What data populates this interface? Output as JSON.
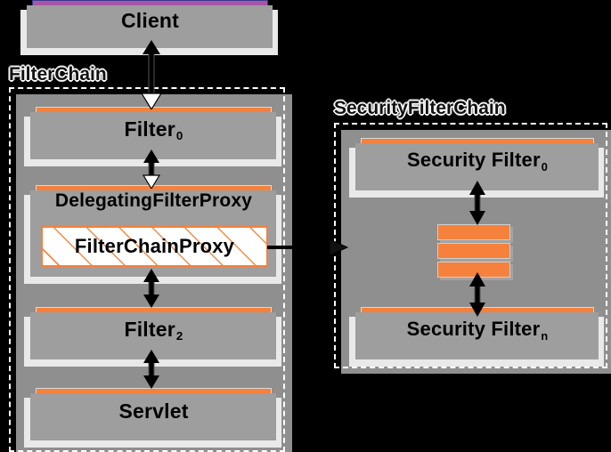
{
  "diagram": {
    "title": "Spring Security FilterChain / SecurityFilterChain",
    "colors": {
      "client_fill": "#a855a8",
      "client_border": "#3b3b8f",
      "filter_fill": "#f5813c",
      "hatch_line": "#f08a4a",
      "shadow_dark": "#9e9e9e",
      "shadow_light": "#e9e9e9",
      "background": "#000000",
      "chain_border": "#ffffff"
    }
  },
  "client": {
    "label": "Client"
  },
  "filter_chain": {
    "title": "FilterChain",
    "nodes": [
      {
        "label": "Filter",
        "sub": "0"
      },
      {
        "label": "DelegatingFilterProxy",
        "sub": ""
      },
      {
        "label": "FilterChainProxy",
        "sub": ""
      },
      {
        "label": "Filter",
        "sub": "2"
      },
      {
        "label": "Servlet",
        "sub": ""
      }
    ]
  },
  "security_filter_chain": {
    "title": "SecurityFilterChain",
    "nodes": [
      {
        "label": "Security Filter",
        "sub": "0"
      },
      {
        "label": "Security Filter",
        "sub": "n"
      }
    ],
    "ellipsis_bars": 3
  },
  "arrows": [
    {
      "name": "client-to-filter0",
      "kind": "vertical-bidirectional"
    },
    {
      "name": "filter0-to-delegatingproxy",
      "kind": "vertical-bidirectional"
    },
    {
      "name": "filterchainproxy-to-filter2",
      "kind": "vertical-bidirectional"
    },
    {
      "name": "filter2-to-servlet",
      "kind": "vertical-bidirectional"
    },
    {
      "name": "filterchainproxy-to-securityfilterchain",
      "kind": "horizontal-right"
    },
    {
      "name": "securityfilter0-to-ellipsis",
      "kind": "vertical-bidirectional"
    },
    {
      "name": "ellipsis-to-securityfiltern",
      "kind": "vertical-bidirectional"
    }
  ]
}
